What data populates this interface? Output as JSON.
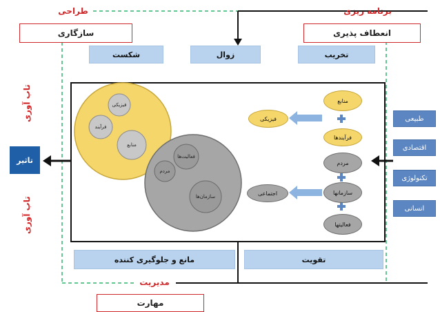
{
  "top": {
    "design_label": "طراحی",
    "planning_label": "برنامه ریزی",
    "compatibility_box": "سازگاری",
    "flexibility_box": "انعطاف پذیری"
  },
  "top_bars": [
    "شکست",
    "زوال",
    "تخریب"
  ],
  "left": {
    "resilience_top": "تاب آوری",
    "resilience_bottom": "تاب آوری",
    "impact_box": "تاثیر"
  },
  "right_boxes": [
    "طبیعی",
    "اقتصادی",
    "تکنولوژی",
    "انسانی"
  ],
  "chain": [
    {
      "label": "منابع",
      "color": "yellow"
    },
    {
      "label": "فرآیندها",
      "color": "yellow"
    },
    {
      "label": "مردم",
      "color": "gray"
    },
    {
      "label": "سازمانها",
      "color": "gray"
    },
    {
      "label": "فعالیتها",
      "color": "gray"
    }
  ],
  "outputs": {
    "physical": "فیزیکی",
    "social": "اجتماعی"
  },
  "yellow_circle_gears": [
    "فیزیکی",
    "فرآیند",
    "منابع"
  ],
  "gray_circle_gears": [
    "فعالیت‌ها",
    "مردم",
    "سازمان‌ها"
  ],
  "bottom_bars": {
    "prevent": "مانع و جلوگیری کننده",
    "reinforce": "تقویت"
  },
  "bottom": {
    "management_label": "مدیریت",
    "skill_box": "مهارت"
  },
  "colors": {
    "red": "#d0282a",
    "bar_blue": "#b9d3ee",
    "side_blue": "#5b86c1",
    "yellow": "#f5d66b",
    "gray": "#a6a6a6",
    "dashed_green": "#2db36b"
  }
}
